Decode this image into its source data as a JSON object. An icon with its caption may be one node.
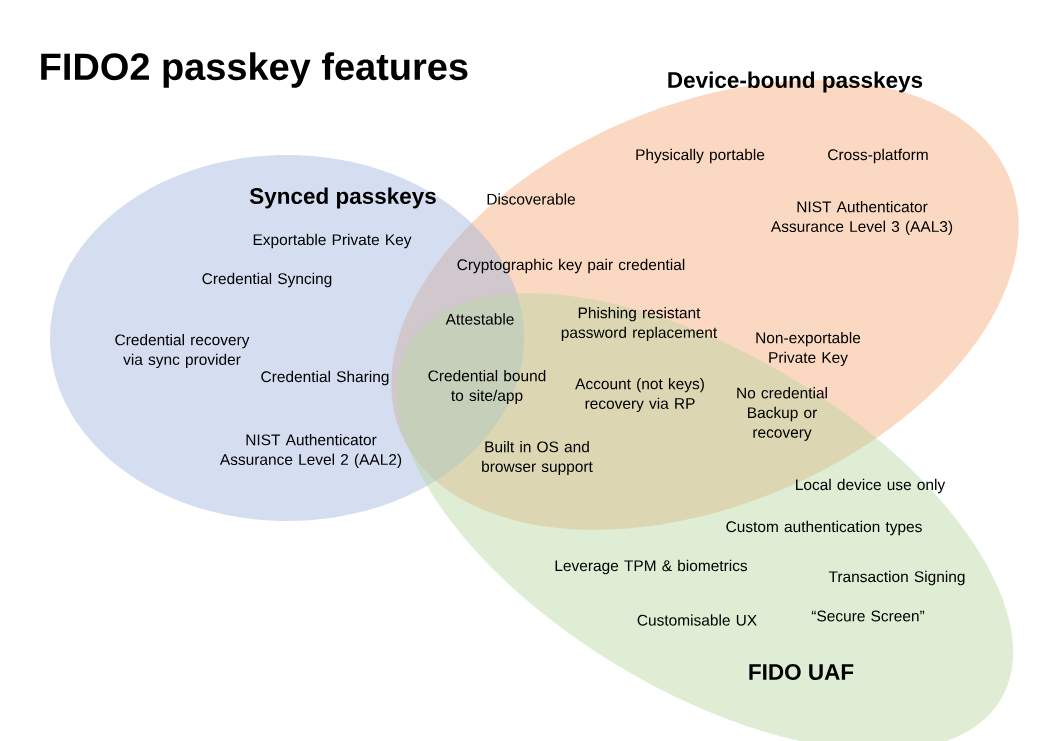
{
  "diagram": {
    "title": "FIDO2 passkey features",
    "nodes": [
      {
        "text": [
          "Device-bound passkeys"
        ]
      },
      {
        "text": [
          "Synced passkeys"
        ]
      },
      {
        "text": [
          "FIDO UAF"
        ]
      }
    ],
    "labels": [
      "Physically portable",
      "Cross-platform",
      "Discoverable",
      "NIST Authenticator Assurance Level 3 (AAL3)",
      "Exportable Private Key",
      "Cryptographic key pair credential",
      "Credential Syncing",
      "Credential recovery via sync provider",
      "Attestable",
      "Phishing resistant password replacement",
      "Non-exportable Private Key",
      "Credential Sharing",
      "Credential bound to site/app",
      "Account (not keys) recovery via RP",
      "No credential Backup or recovery",
      "NIST Authenticator Assurance Level 2 (AAL2)",
      "Built in OS and browser support",
      "Local device use only",
      "Custom authentication types",
      "Leverage TPM & biometrics",
      "Transaction Signing",
      "Customisable UX",
      "“Secure Screen”"
    ]
  }
}
